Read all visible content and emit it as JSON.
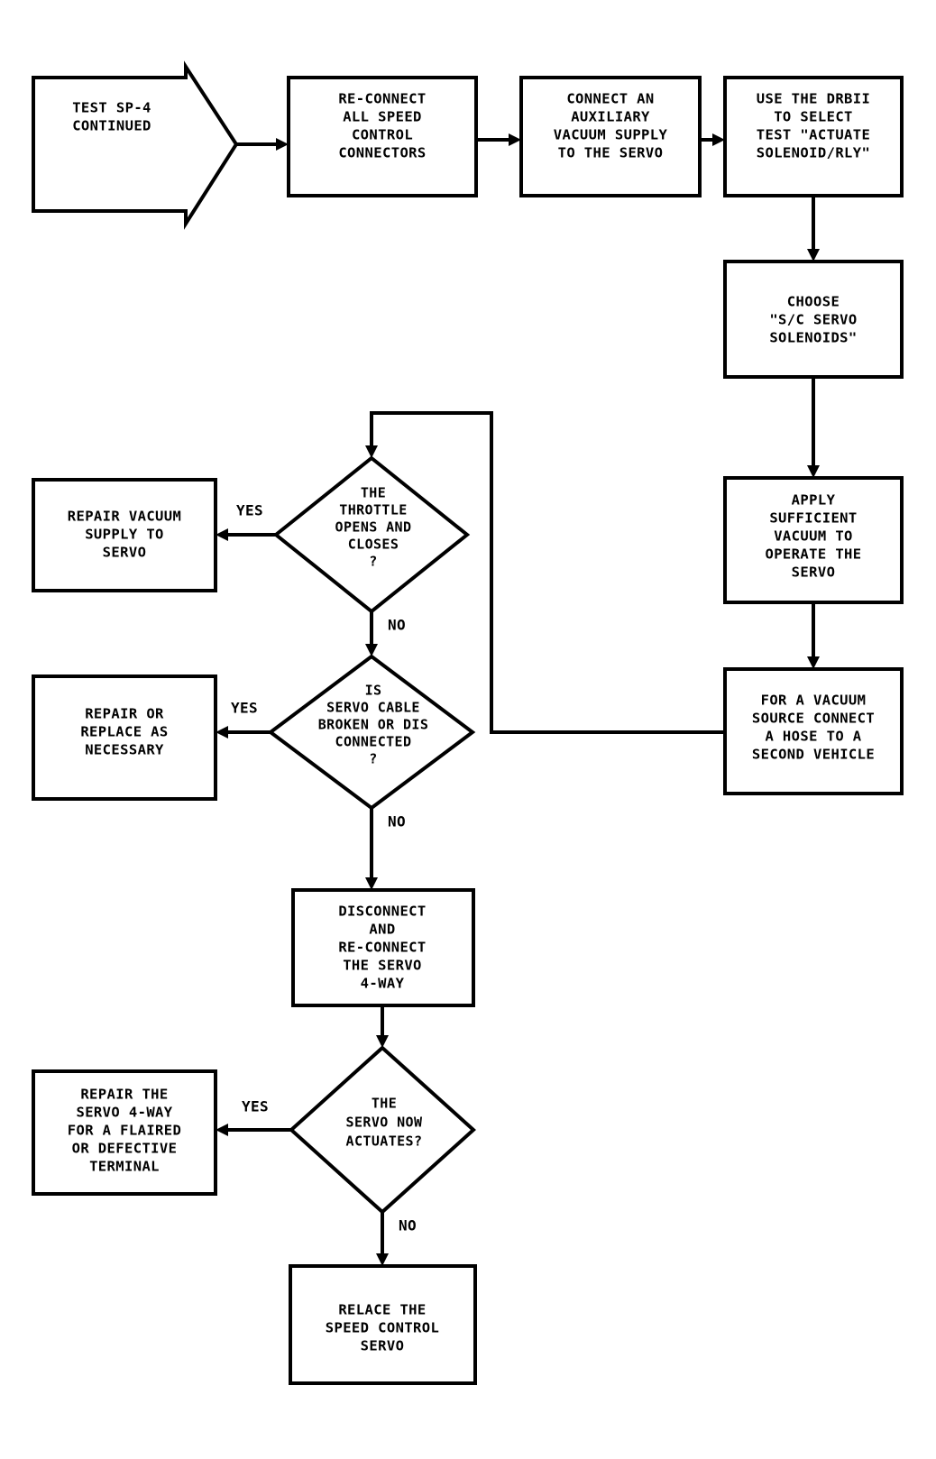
{
  "diagram": {
    "title": "TEST SP-4 CONTINUED speed control servo diagnostic flowchart",
    "line_color": "#000000",
    "fill_color": "#ffffff",
    "background": "#ffffff"
  },
  "nodes": {
    "start_banner": {
      "shape": "arrow-banner",
      "lines": [
        "TEST SP-4",
        "CONTINUED"
      ]
    },
    "reconnect_connectors": {
      "shape": "process",
      "lines": [
        "RE-CONNECT",
        "ALL SPEED",
        "CONTROL",
        "CONNECTORS"
      ]
    },
    "connect_aux_vacuum": {
      "shape": "process",
      "lines": [
        "CONNECT AN",
        "AUXILIARY",
        "VACUUM SUPPLY",
        "TO THE SERVO"
      ]
    },
    "use_drbii": {
      "shape": "process",
      "lines": [
        "USE THE DRBII",
        "TO SELECT",
        "TEST \"ACTUATE",
        "SOLENOID/RLY\""
      ]
    },
    "choose_sc_servo": {
      "shape": "process",
      "lines": [
        "CHOOSE",
        "\"S/C SERVO",
        "SOLENOIDS\""
      ]
    },
    "apply_vacuum": {
      "shape": "process",
      "lines": [
        "APPLY",
        "SUFFICIENT",
        "VACUUM TO",
        "OPERATE THE",
        "SERVO"
      ]
    },
    "vacuum_source": {
      "shape": "process",
      "lines": [
        "FOR A VACUUM",
        "SOURCE CONNECT",
        "A HOSE TO A",
        "SECOND VEHICLE"
      ]
    },
    "throttle_decision": {
      "shape": "decision",
      "lines": [
        "THE",
        "THROTTLE",
        "OPENS AND",
        "CLOSES",
        "?"
      ]
    },
    "repair_vacuum_supply": {
      "shape": "process",
      "lines": [
        "REPAIR VACUUM",
        "SUPPLY TO",
        "SERVO"
      ]
    },
    "cable_decision": {
      "shape": "decision",
      "lines": [
        "IS",
        "SERVO CABLE",
        "BROKEN OR DIS",
        "CONNECTED",
        "?"
      ]
    },
    "repair_or_replace": {
      "shape": "process",
      "lines": [
        "REPAIR OR",
        "REPLACE AS",
        "NECESSARY"
      ]
    },
    "disconnect_reconnect": {
      "shape": "process",
      "lines": [
        "DISCONNECT",
        "AND",
        "RE-CONNECT",
        "THE SERVO",
        "4-WAY"
      ]
    },
    "servo_actuates_decision": {
      "shape": "decision",
      "lines": [
        "THE",
        "SERVO NOW",
        "ACTUATES?"
      ]
    },
    "repair_servo_4way": {
      "shape": "process",
      "lines": [
        "REPAIR THE",
        "SERVO 4-WAY",
        "FOR A FLAIRED",
        "OR DEFECTIVE",
        "TERMINAL"
      ]
    },
    "replace_servo": {
      "shape": "process",
      "lines": [
        "RELACE THE",
        "SPEED CONTROL",
        "SERVO"
      ]
    }
  },
  "edge_labels": {
    "throttle_yes": "YES",
    "throttle_no": "NO",
    "cable_yes": "YES",
    "cable_no": "NO",
    "actuates_yes": "YES",
    "actuates_no": "NO"
  }
}
